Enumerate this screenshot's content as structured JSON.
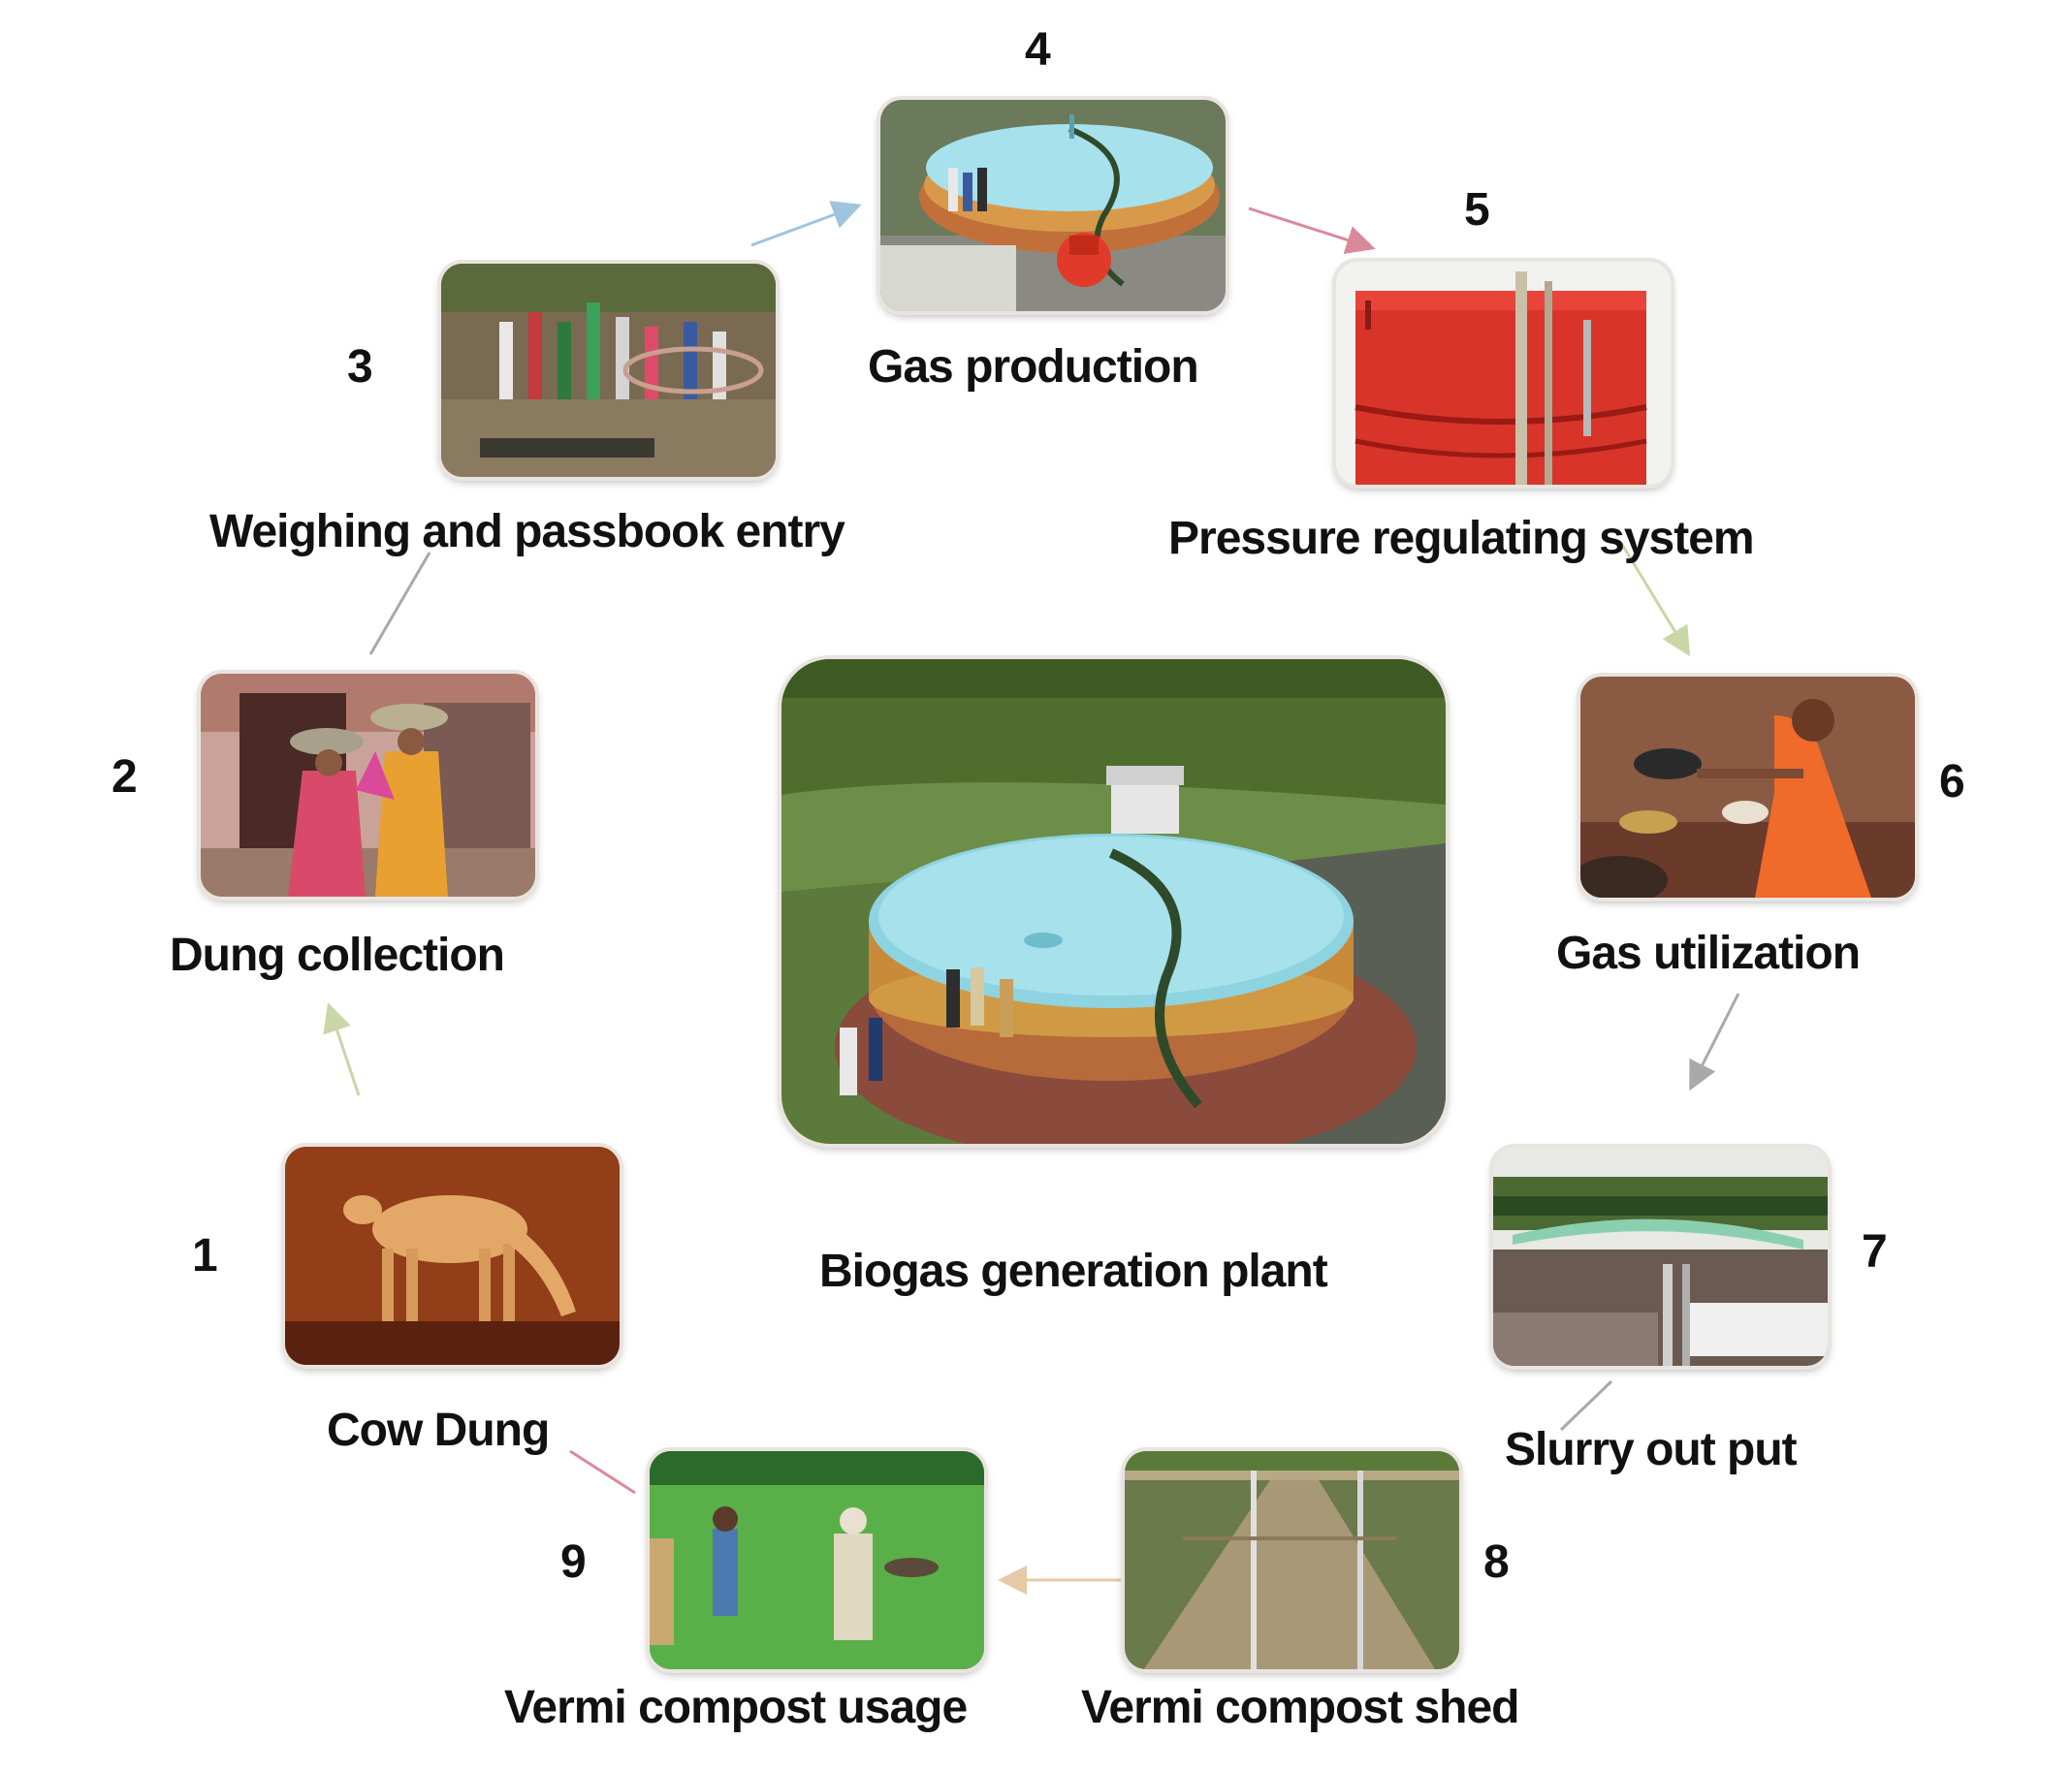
{
  "center": {
    "label": "Biogas generation plant"
  },
  "steps": [
    {
      "number": "1",
      "label": "Cow Dung"
    },
    {
      "number": "2",
      "label": "Dung collection"
    },
    {
      "number": "3",
      "label": "Weighing and passbook entry"
    },
    {
      "number": "4",
      "label": "Gas production"
    },
    {
      "number": "5",
      "label": "Pressure regulating system"
    },
    {
      "number": "6",
      "label": "Gas utilization"
    },
    {
      "number": "7",
      "label": "Slurry out put"
    },
    {
      "number": "8",
      "label": "Vermi compost shed"
    },
    {
      "number": "9",
      "label": "Vermi compost usage"
    }
  ],
  "colors": {
    "arrow_pink": "#d98a9a",
    "arrow_blue": "#9ec4de",
    "arrow_green": "#c9d6a6",
    "arrow_grey": "#a9a9a9",
    "arrow_tan": "#e6c9a6"
  }
}
